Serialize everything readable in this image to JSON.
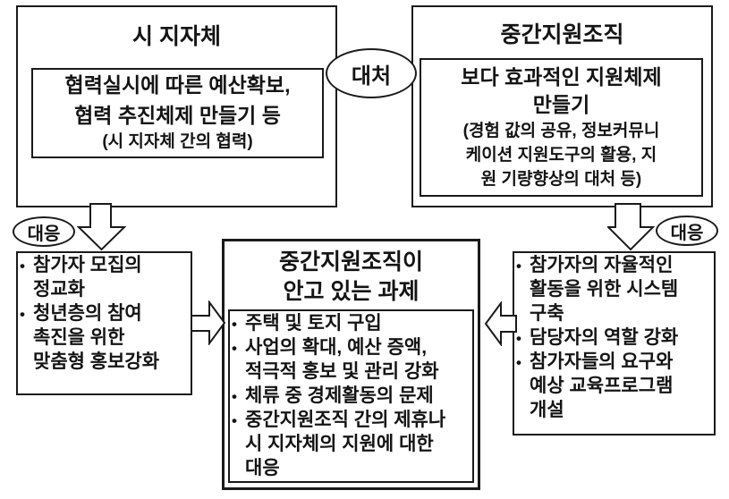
{
  "diagram": {
    "top_left_box": {
      "title": "시 지자체",
      "body": "협력실시에 따른 예산확보,\n협력 추진체제 만들기 등",
      "note": "(시 지자체 간의 협력)"
    },
    "top_right_box": {
      "title": "중간지원조직",
      "body": "보다 효과적인 지원체제\n만들기",
      "note": "(경험 값의 공유, 정보커뮤니\n케이션 지원도구의 활용, 지\n원 기량향상의 대처 등)"
    },
    "labels": {
      "cope": "대처",
      "respond_left": "대응",
      "respond_right": "대응"
    },
    "left_box": {
      "items": [
        "참가자 모집의\n정교화",
        "청년층의 참여\n촉진을 위한\n맞춤형 홍보강화"
      ]
    },
    "center_box": {
      "title": "중간지원조직이\n안고 있는 과제",
      "items": [
        "주택 및 토지 구입",
        "사업의 확대, 예산 증액,\n적극적 홍보 및 관리 강화",
        "체류 중 경제활동의 문제",
        "중간지원조직 간의 제휴나\n시 지자체의 지원에 대한\n대응"
      ]
    },
    "right_box": {
      "items": [
        "참가자의 자율적인\n활동을 위한 시스템\n구축",
        "담당자의 역할 강화",
        "참가자들의 요구와\n예상 교육프로그램\n개설"
      ]
    },
    "colors": {
      "line": "#1a1a1a",
      "text": "#141414",
      "background": "#ffffff"
    }
  }
}
